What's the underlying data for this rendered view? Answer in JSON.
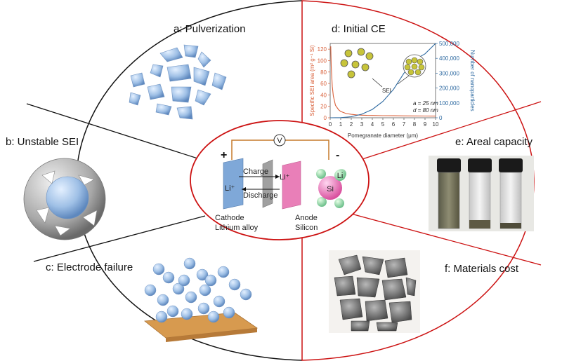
{
  "panels": {
    "a": "a: Pulverization",
    "b": "b: Unstable SEI",
    "c": "c: Electrode failure",
    "d": "d: Initial CE",
    "e": "e: Areal capacity",
    "f": "f: Materials cost"
  },
  "battery": {
    "plus": "+",
    "minus": "-",
    "voltmeter": "V",
    "charge": "Charge",
    "discharge": "Discharge",
    "li_right": "Li⁺",
    "li_left": "Li⁺",
    "cathode": "Cathode",
    "cathode_sub": "Lithium alloy",
    "anode": "Anode",
    "anode_sub": "Silicon",
    "si": "Si",
    "li": "Li"
  },
  "colors": {
    "frame_left": "#111111",
    "frame_right": "#cc1111",
    "sei_axis": "#d9603a",
    "np_axis": "#2e6aa1"
  },
  "chart_data": {
    "type": "line",
    "xlabel": "Pomegranate diameter (μm)",
    "ylabel": "Specific SEI area (m² g⁻¹ Si)",
    "y2label": "Number of nanoparticles",
    "x_ticks": [
      "0",
      "1",
      "2",
      "3",
      "4",
      "5",
      "6",
      "7",
      "8",
      "9",
      "10"
    ],
    "y_ticks": [
      "0",
      "20",
      "40",
      "60",
      "80",
      "100",
      "120"
    ],
    "y2_ticks": [
      "0",
      "100,000",
      "200,000",
      "300,000",
      "400,000",
      "500,000"
    ],
    "xlim": [
      0,
      10
    ],
    "ylim": [
      0,
      130
    ],
    "y2lim": [
      0,
      500000
    ],
    "annotation_sei": "SEI",
    "annotation_a": "a = 25 nm",
    "annotation_d": "d = 80 nm",
    "series": [
      {
        "axis": "left",
        "x": [
          0.05,
          0.1,
          0.2,
          0.3,
          0.5,
          0.8,
          1,
          1.5,
          2,
          2.5,
          3,
          3.5,
          4,
          5,
          6,
          7,
          8,
          9,
          10
        ],
        "values": [
          125,
          90,
          55,
          38,
          22,
          14,
          11,
          7.5,
          6,
          5,
          4.5,
          4.2,
          4,
          3.7,
          3.5,
          3.3,
          3.2,
          3.1,
          3
        ]
      },
      {
        "axis": "right",
        "x": [
          0,
          1,
          2,
          3,
          4,
          5,
          6,
          7,
          8,
          9,
          10
        ],
        "values": [
          0,
          1000,
          7000,
          24000,
          56000,
          110000,
          190000,
          300000,
          390000,
          430000,
          500000
        ]
      }
    ]
  }
}
